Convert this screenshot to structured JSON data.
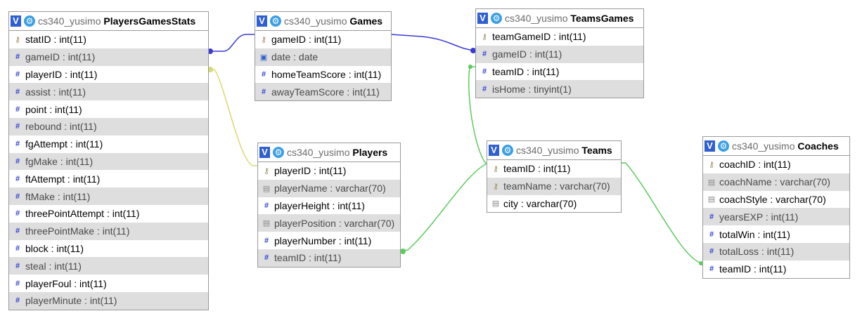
{
  "db": "cs340_yusimo",
  "v_label": "V",
  "tables": [
    {
      "name": "PlayersGamesStats",
      "fields": [
        {
          "label": "statID : int(11)",
          "icon": "key"
        },
        {
          "label": "gameID : int(11)",
          "icon": "hash"
        },
        {
          "label": "playerID : int(11)",
          "icon": "hash"
        },
        {
          "label": "assist : int(11)",
          "icon": "hash"
        },
        {
          "label": "point : int(11)",
          "icon": "hash"
        },
        {
          "label": "rebound : int(11)",
          "icon": "hash"
        },
        {
          "label": "fgAttempt : int(11)",
          "icon": "hash"
        },
        {
          "label": "fgMake : int(11)",
          "icon": "hash"
        },
        {
          "label": "ftAttempt : int(11)",
          "icon": "hash"
        },
        {
          "label": "ftMake : int(11)",
          "icon": "hash"
        },
        {
          "label": "threePointAttempt : int(11)",
          "icon": "hash"
        },
        {
          "label": "threePointMake : int(11)",
          "icon": "hash"
        },
        {
          "label": "block : int(11)",
          "icon": "hash"
        },
        {
          "label": "steal : int(11)",
          "icon": "hash"
        },
        {
          "label": "playerFoul : int(11)",
          "icon": "hash"
        },
        {
          "label": "playerMinute : int(11)",
          "icon": "hash"
        }
      ]
    },
    {
      "name": "Games",
      "fields": [
        {
          "label": "gameID : int(11)",
          "icon": "key"
        },
        {
          "label": "date : date",
          "icon": "date"
        },
        {
          "label": "homeTeamScore : int(11)",
          "icon": "hash"
        },
        {
          "label": "awayTeamScore : int(11)",
          "icon": "hash"
        }
      ]
    },
    {
      "name": "TeamsGames",
      "fields": [
        {
          "label": "teamGameID : int(11)",
          "icon": "key"
        },
        {
          "label": "gameID : int(11)",
          "icon": "hash"
        },
        {
          "label": "teamID : int(11)",
          "icon": "hash"
        },
        {
          "label": "isHome : tinyint(1)",
          "icon": "hash"
        }
      ]
    },
    {
      "name": "Players",
      "fields": [
        {
          "label": "playerID : int(11)",
          "icon": "key"
        },
        {
          "label": "playerName : varchar(70)",
          "icon": "text"
        },
        {
          "label": "playerHeight : int(11)",
          "icon": "hash"
        },
        {
          "label": "playerPosition : varchar(70)",
          "icon": "text"
        },
        {
          "label": "playerNumber : int(11)",
          "icon": "hash"
        },
        {
          "label": "teamID : int(11)",
          "icon": "hash"
        }
      ]
    },
    {
      "name": "Teams",
      "fields": [
        {
          "label": "teamID : int(11)",
          "icon": "key"
        },
        {
          "label": "teamName : varchar(70)",
          "icon": "key"
        },
        {
          "label": "city : varchar(70)",
          "icon": "text"
        }
      ]
    },
    {
      "name": "Coaches",
      "fields": [
        {
          "label": "coachID : int(11)",
          "icon": "key"
        },
        {
          "label": "coachName : varchar(70)",
          "icon": "text"
        },
        {
          "label": "coachStyle : varchar(70)",
          "icon": "text"
        },
        {
          "label": "yearsEXP : int(11)",
          "icon": "hash"
        },
        {
          "label": "totalWin : int(11)",
          "icon": "hash"
        },
        {
          "label": "totalLoss : int(11)",
          "icon": "hash"
        },
        {
          "label": "teamID : int(11)",
          "icon": "hash"
        }
      ]
    }
  ],
  "relations": [
    {
      "from": "PlayersGamesStats.gameID",
      "to": "Games.gameID",
      "color": "#3b3bd6"
    },
    {
      "from": "PlayersGamesStats.playerID",
      "to": "Players.playerID",
      "color": "#d8d870"
    },
    {
      "from": "TeamsGames.gameID",
      "to": "Games.gameID",
      "color": "#3b3bd6"
    },
    {
      "from": "TeamsGames.teamID",
      "to": "Teams.teamID",
      "color": "#5ccc5c"
    },
    {
      "from": "Players.teamID",
      "to": "Teams.teamID",
      "color": "#5ccc5c"
    },
    {
      "from": "Coaches.teamID",
      "to": "Teams.teamID",
      "color": "#5ccc5c"
    }
  ]
}
